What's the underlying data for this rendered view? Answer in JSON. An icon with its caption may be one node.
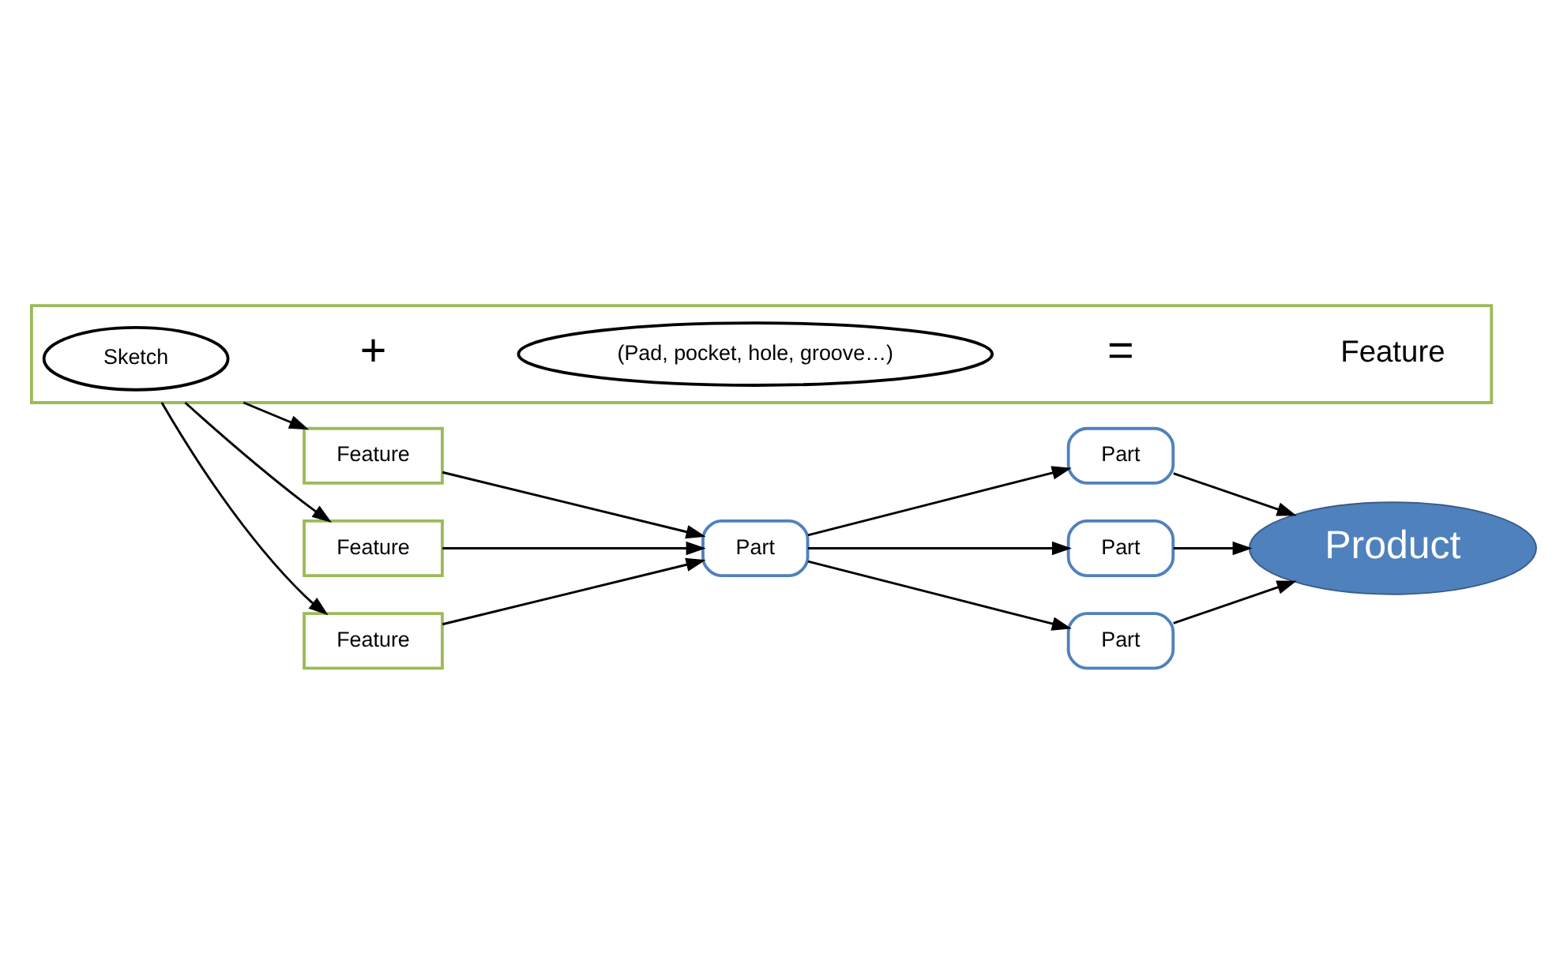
{
  "diagram": {
    "nodes": [
      {
        "text": [],
        "shape": "box"
      },
      {
        "text": [
          "Sketch"
        ],
        "in": 0
      },
      {
        "text": [
          "(Pad, pocket, hole, groove…)"
        ],
        "in": 0
      },
      {
        "text": [
          "Feature"
        ]
      },
      {
        "text": [
          "Feature"
        ]
      },
      {
        "text": [
          "Feature"
        ]
      },
      {
        "text": [
          "Part"
        ]
      },
      {
        "text": [
          "Part"
        ]
      },
      {
        "text": [
          "Part"
        ]
      },
      {
        "text": [
          "Part"
        ]
      },
      {
        "text": [
          "Product"
        ]
      }
    ],
    "edges": [
      {
        "from": 0,
        "to": 3,
        "arrow": "to"
      },
      {
        "from": 0,
        "to": 4,
        "arrow": "to"
      },
      {
        "from": 0,
        "to": 5,
        "arrow": "to"
      },
      {
        "from": 3,
        "to": 6,
        "arrow": "to"
      },
      {
        "from": 4,
        "to": 6,
        "arrow": "to"
      },
      {
        "from": 5,
        "to": 6,
        "arrow": "to"
      },
      {
        "from": 6,
        "to": 7,
        "arrow": "to"
      },
      {
        "from": 6,
        "to": 8,
        "arrow": "to"
      },
      {
        "from": 6,
        "to": 9,
        "arrow": "to"
      },
      {
        "from": 7,
        "to": 10,
        "arrow": "to"
      },
      {
        "from": 8,
        "to": 10,
        "arrow": "to"
      },
      {
        "from": 9,
        "to": 10,
        "arrow": "to"
      }
    ],
    "labels": [
      "+",
      "=",
      "Feature"
    ]
  }
}
